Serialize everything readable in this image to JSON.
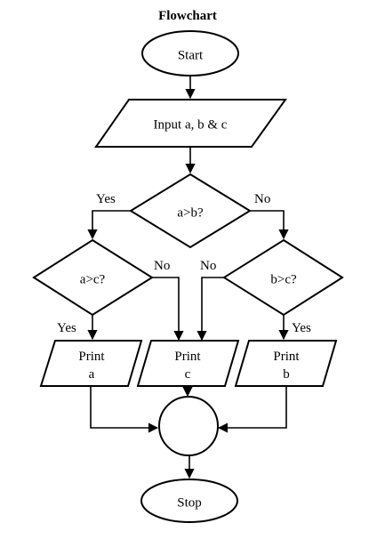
{
  "title": "Flowchart",
  "nodes": {
    "start": "Start",
    "input": "Input a, b & c",
    "decision_ab": "a>b?",
    "decision_ac": "a>c?",
    "decision_bc": "b>c?",
    "print_a": {
      "line1": "Print",
      "line2": "a"
    },
    "print_c": {
      "line1": "Print",
      "line2": "c"
    },
    "print_b": {
      "line1": "Print",
      "line2": "b"
    },
    "stop": "Stop"
  },
  "edge_labels": {
    "ab_yes": "Yes",
    "ab_no": "No",
    "ac_yes": "Yes",
    "ac_no": "No",
    "bc_no": "No",
    "bc_yes": "Yes"
  },
  "colors": {
    "stroke": "#000000",
    "fill": "#ffffff"
  }
}
